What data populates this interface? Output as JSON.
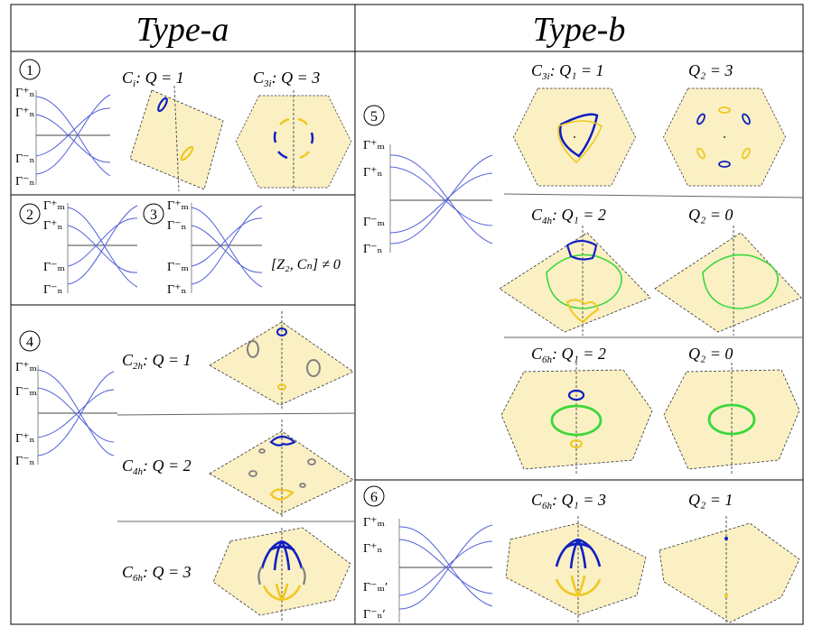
{
  "headers": {
    "left": "Type-a",
    "right": "Type-b"
  },
  "panels": {
    "p1": {
      "num": "1",
      "c1": "C",
      "s1": "i",
      "q1": ": Q = 1",
      "c2": "C",
      "s2": "3i",
      "q2": ": Q = 3",
      "levels": [
        "Γ⁺ₙ",
        "Γ⁺ₙ",
        "Γ⁻ₙ",
        "Γ⁻ₙ"
      ]
    },
    "p2": {
      "num": "2",
      "levels": [
        "Γ⁺ₘ",
        "Γ⁺ₙ",
        "Γ⁻ₘ",
        "Γ⁻ₙ"
      ]
    },
    "p3": {
      "num": "3",
      "levels": [
        "Γ⁺ₘ",
        "Γ⁻ₙ",
        "Γ⁻ₘ",
        "Γ⁺ₙ"
      ],
      "commutator": "[Z₂, Cₙ] ≠ 0"
    },
    "p4": {
      "num": "4",
      "levels": [
        "Γ⁺ₘ",
        "Γ⁻ₘ",
        "Γ⁺ₙ",
        "Γ⁻ₙ"
      ],
      "rows": [
        {
          "c": "C",
          "s": "2h",
          "q": ": Q = 1"
        },
        {
          "c": "C",
          "s": "4h",
          "q": ": Q = 2"
        },
        {
          "c": "C",
          "s": "6h",
          "q": ": Q = 3"
        }
      ]
    },
    "p5": {
      "num": "5",
      "levels": [
        "Γ⁺ₘ",
        "Γ⁺ₙ",
        "Γ⁻ₘ",
        "Γ⁻ₙ"
      ],
      "rows": [
        {
          "c": "C",
          "s": "3i",
          "q1": ": Q₁ = 1",
          "q2": "Q₂ = 3"
        },
        {
          "c": "C",
          "s": "4h",
          "q1": ": Q₁ = 2",
          "q2": "Q₂ = 0"
        },
        {
          "c": "C",
          "s": "6h",
          "q1": ": Q₁ = 2",
          "q2": "Q₂ = 0"
        }
      ]
    },
    "p6": {
      "num": "6",
      "levels": [
        "Γ⁺ₘ",
        "Γ⁺ₙ",
        "Γ⁻ₘ′",
        "Γ⁻ₙ′"
      ],
      "c": "C",
      "s": "6h",
      "q1": ": Q₁ = 3",
      "q2": "Q₂ = 1"
    }
  },
  "colors": {
    "plane": "#fbf0c4",
    "band": "#5060d8",
    "blue": "#1020c0",
    "yellow": "#f0c820",
    "green": "#3ad83a",
    "gray": "#808080",
    "border": "#000000"
  }
}
